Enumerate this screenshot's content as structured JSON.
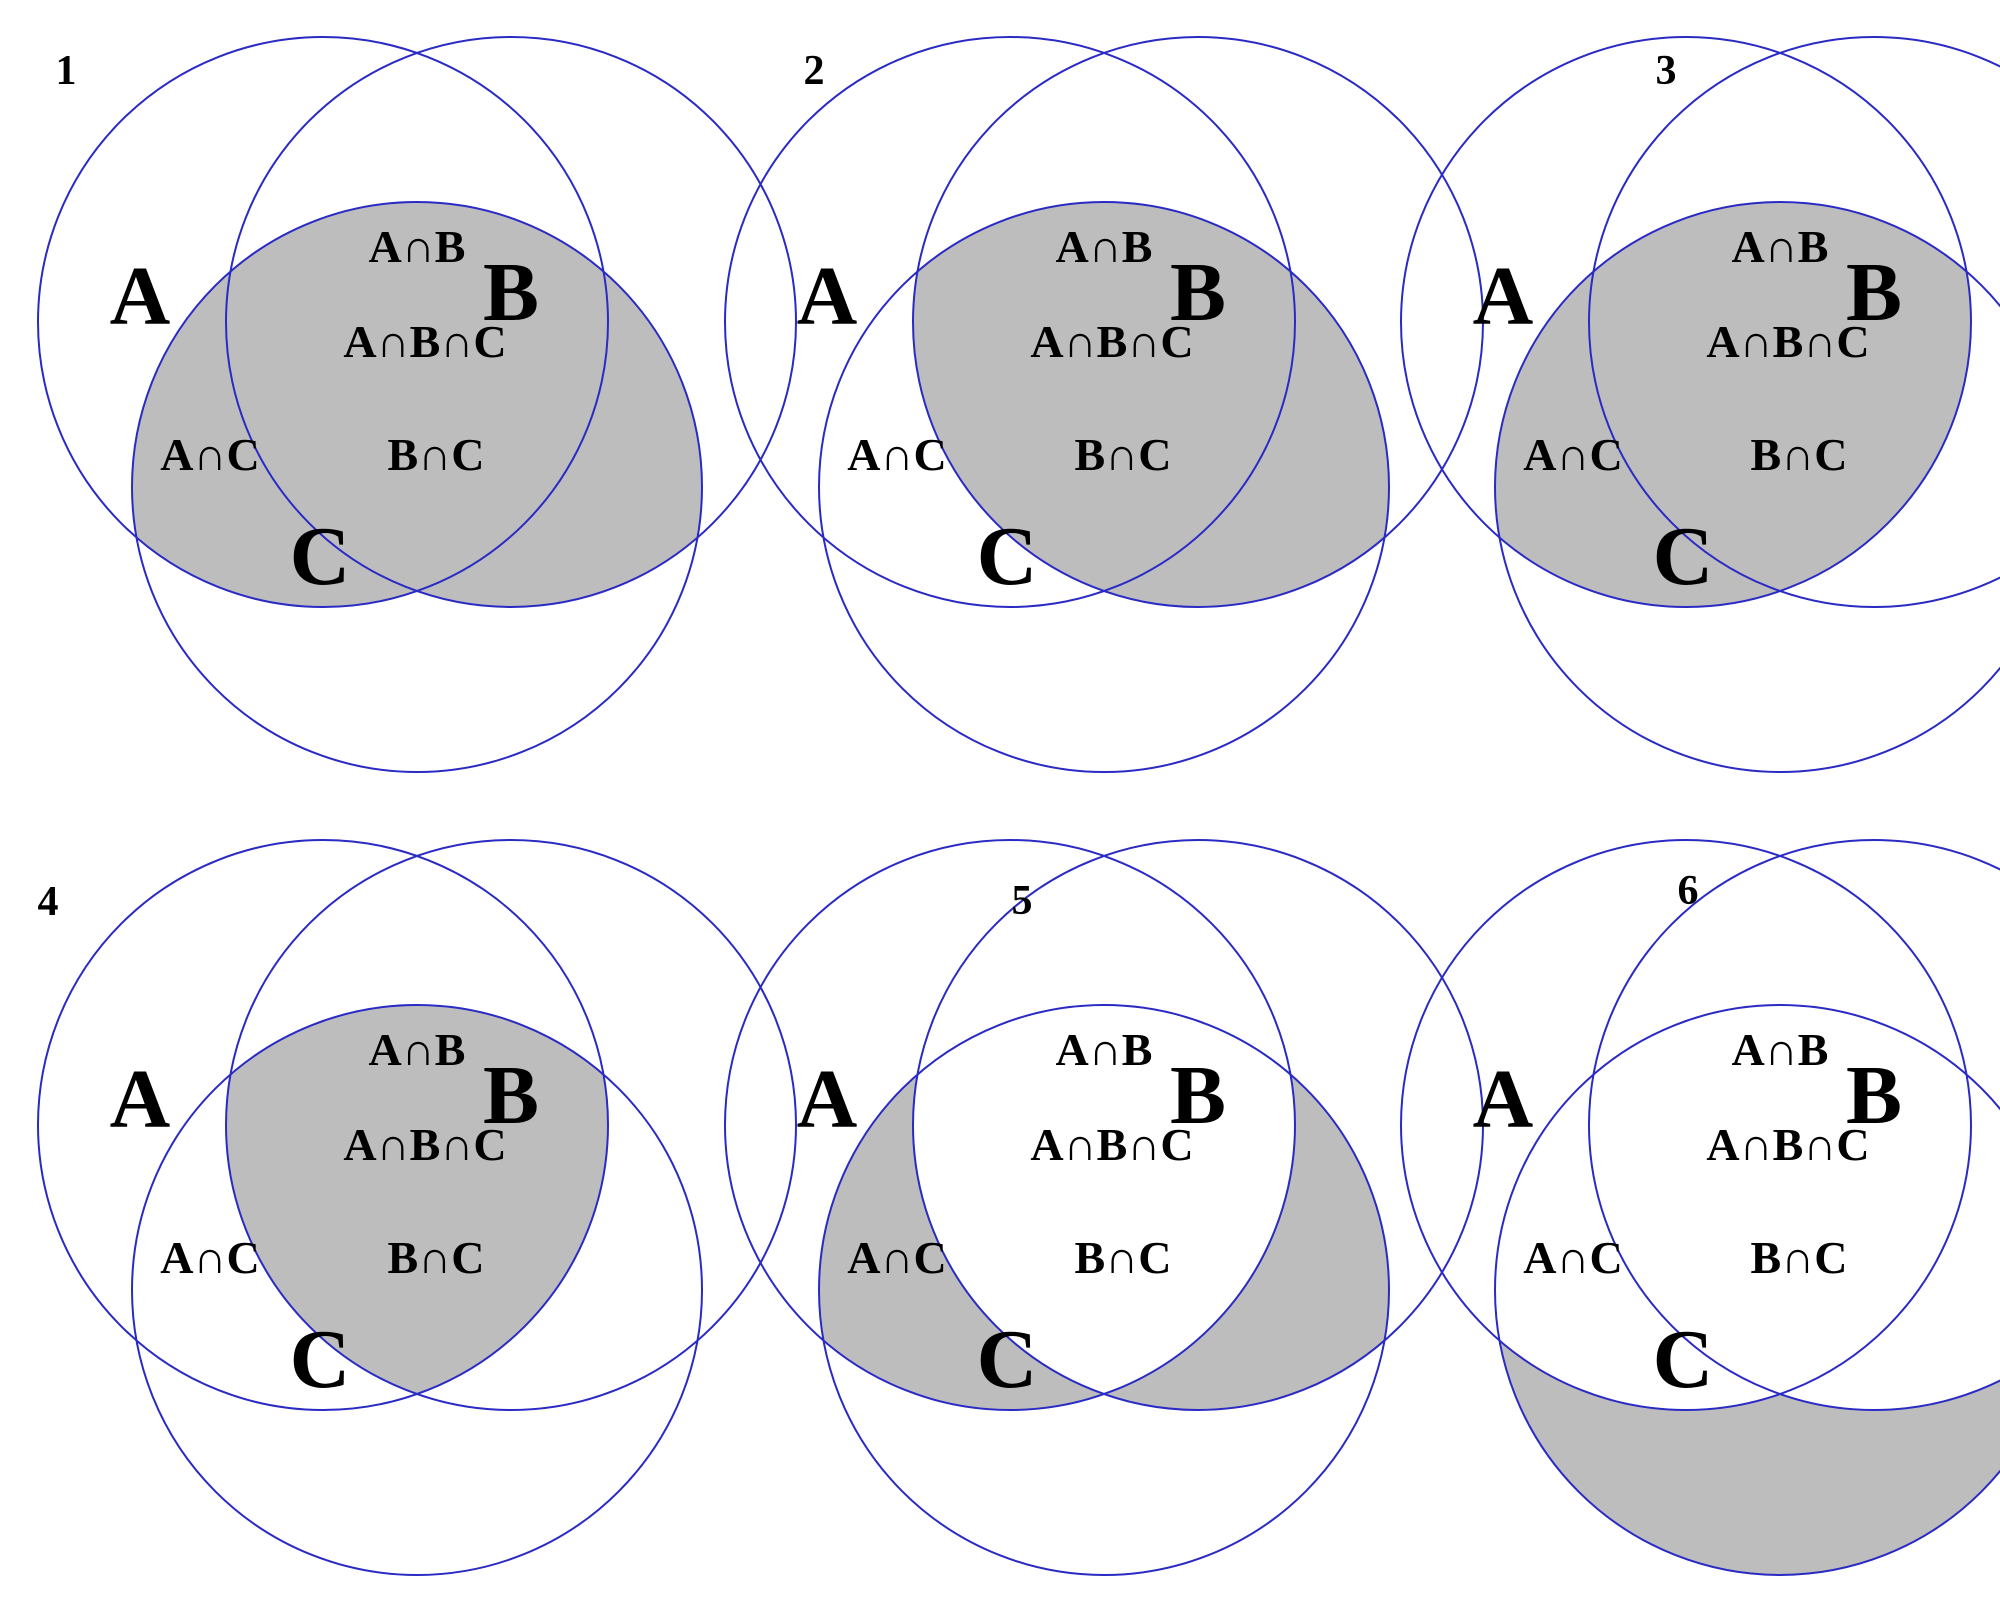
{
  "colors": {
    "circle_stroke": "#2a2ac4",
    "shade": "#bdbdbd",
    "text": "#000000"
  },
  "labels": {
    "a": "A",
    "b": "B",
    "c": "C",
    "ab": "A∩B",
    "ac": "A∩C",
    "bc": "B∩C",
    "abc": "A∩B∩C"
  },
  "diagrams": [
    {
      "number": "1",
      "shaded": [
        "ac",
        "bc",
        "abc"
      ]
    },
    {
      "number": "2",
      "shaded": [
        "bc",
        "abc"
      ]
    },
    {
      "number": "3",
      "shaded": [
        "ac",
        "abc"
      ]
    },
    {
      "number": "4",
      "shaded": [
        "abc"
      ]
    },
    {
      "number": "5",
      "shaded": [
        "ac",
        "bc"
      ]
    },
    {
      "number": "6",
      "shaded": [
        "c"
      ]
    }
  ]
}
